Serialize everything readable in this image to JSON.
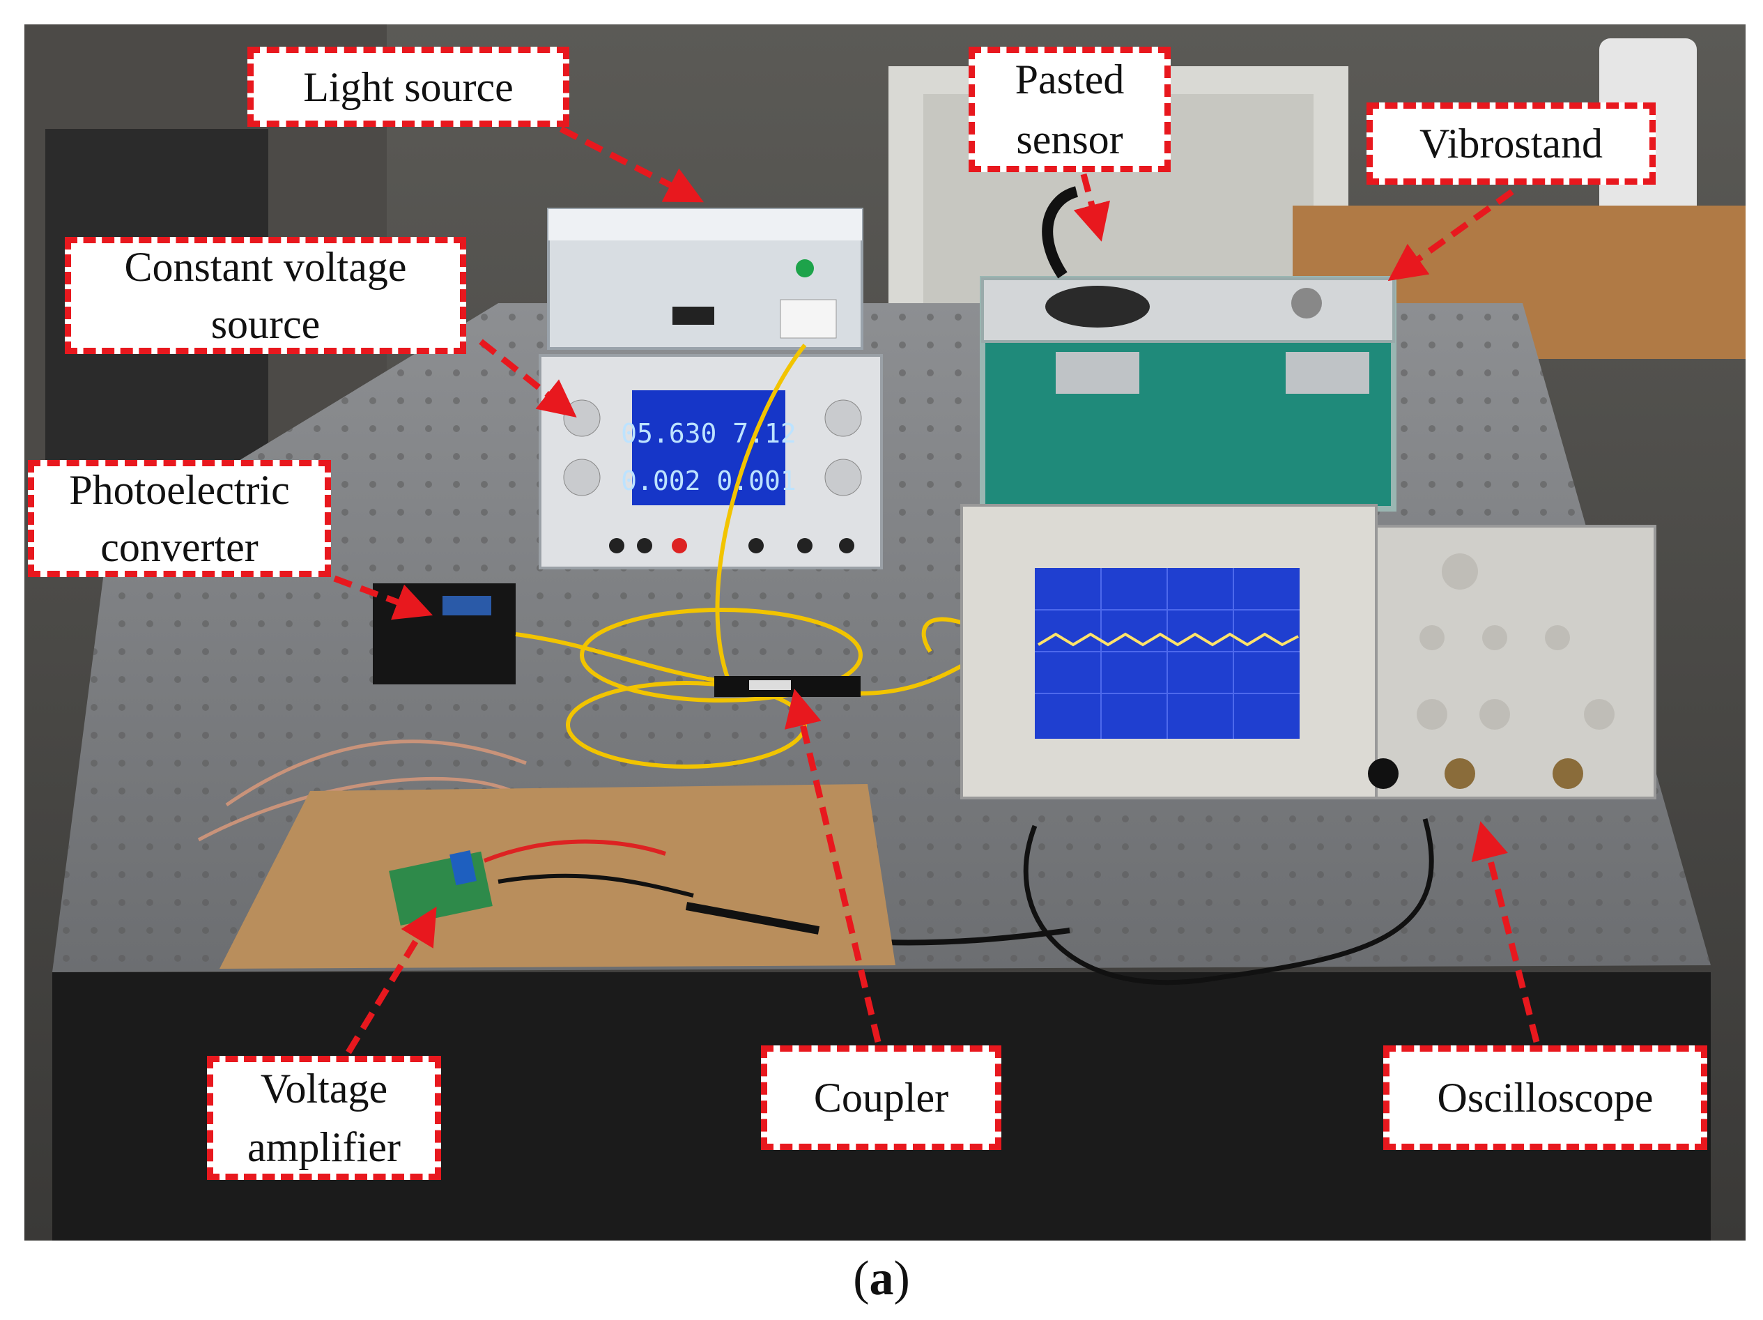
{
  "figure": {
    "caption_open": "(",
    "caption_letter": "a",
    "caption_close": ")"
  },
  "labels": {
    "light_source": "Light source",
    "pasted_sensor_1": "Pasted",
    "pasted_sensor_2": "sensor",
    "vibrostand": "Vibrostand",
    "constant_voltage_1": "Constant voltage",
    "constant_voltage_2": "source",
    "photoelectric_1": "Photoelectric",
    "photoelectric_2": "converter",
    "voltage_amp_1": "Voltage",
    "voltage_amp_2": "amplifier",
    "coupler": "Coupler",
    "oscilloscope": "Oscilloscope"
  },
  "display": {
    "psu_line1": "05.630 7.12",
    "psu_line2": "0.002 0.001"
  },
  "colors": {
    "callout_border": "#e8181e",
    "arrow": "#e8181e",
    "fiber": "#f2c400",
    "scope_screen": "#1f3fd0",
    "psu_display": "#1636c8",
    "vibrostand_case": "#1f8a7a"
  }
}
